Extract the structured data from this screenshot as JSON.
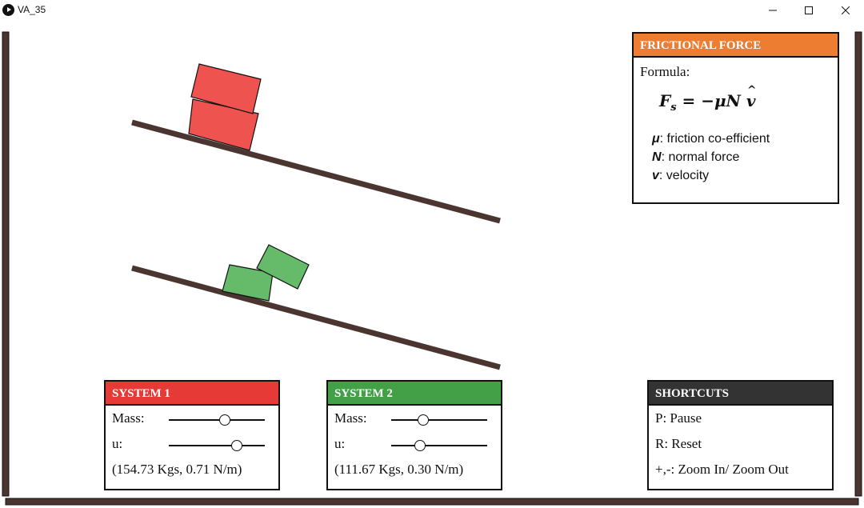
{
  "window": {
    "title": "VA_35",
    "controls": [
      "minimize",
      "maximize",
      "close"
    ]
  },
  "colors": {
    "frame": "#4a3530",
    "system1": "#e53a35",
    "system1_block": "#ef5350",
    "system2": "#43a047",
    "system2_block": "#66bb6a",
    "formula_header": "#ed7d31",
    "shortcuts_header": "#333333"
  },
  "friction_panel": {
    "title": "FRICTIONAL FORCE",
    "formula_label": "Formula:",
    "formula": "F_s = −μN v̂",
    "legend": [
      {
        "symbol": "μ",
        "text": ": friction co-efficient"
      },
      {
        "symbol": "N",
        "text": ": normal force"
      },
      {
        "symbol": "v",
        "text": ": velocity"
      }
    ]
  },
  "system1": {
    "title": "SYSTEM 1",
    "mass_label": "Mass:",
    "mass_slider_value": 0.58,
    "mu_label": "u:",
    "mu_slider_value": 0.71,
    "readout": "(154.73 Kgs, 0.71 N/m)"
  },
  "system2": {
    "title": "SYSTEM 2",
    "mass_label": "Mass:",
    "mass_slider_value": 0.33,
    "mu_label": "u:",
    "mu_slider_value": 0.3,
    "readout": "(111.67 Kgs, 0.30 N/m)"
  },
  "shortcuts": {
    "title": "SHORTCUTS",
    "items": [
      "P: Pause",
      "R: Reset",
      "+,-: Zoom In/ Zoom Out"
    ]
  }
}
